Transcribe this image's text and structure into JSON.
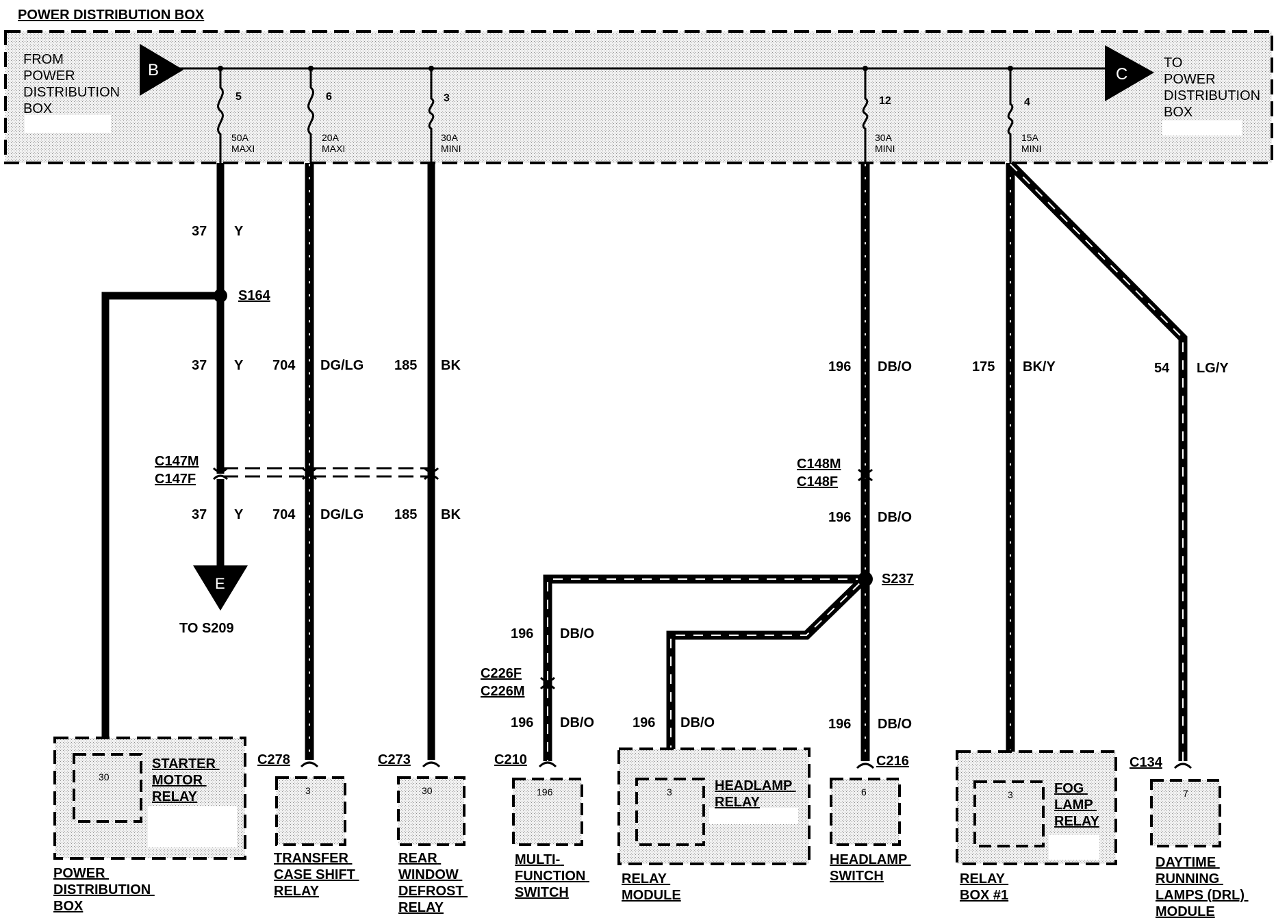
{
  "title": "POWER DISTRIBUTION BOX",
  "pdb": {
    "from_connector": "B",
    "from_label": [
      "FROM",
      "POWER",
      "DISTRIBUTION",
      "BOX"
    ],
    "to_connector": "C",
    "to_label": [
      "TO",
      "POWER",
      "DISTRIBUTION",
      "BOX"
    ],
    "fuses": [
      {
        "number": "5",
        "rating": "50A",
        "type": "MAXI"
      },
      {
        "number": "6",
        "rating": "20A",
        "type": "MAXI"
      },
      {
        "number": "3",
        "rating": "30A",
        "type": "MINI"
      },
      {
        "number": "12",
        "rating": "30A",
        "type": "MINI"
      },
      {
        "number": "4",
        "rating": "15A",
        "type": "MINI"
      }
    ]
  },
  "wires": [
    {
      "circuit": "37",
      "color": "Y"
    },
    {
      "circuit": "37",
      "color": "Y"
    },
    {
      "circuit": "37",
      "color": "Y"
    },
    {
      "circuit": "704",
      "color": "DG/LG"
    },
    {
      "circuit": "704",
      "color": "DG/LG"
    },
    {
      "circuit": "185",
      "color": "BK"
    },
    {
      "circuit": "185",
      "color": "BK"
    },
    {
      "circuit": "196",
      "color": "DB/O"
    },
    {
      "circuit": "196",
      "color": "DB/O"
    },
    {
      "circuit": "175",
      "color": "BK/Y"
    },
    {
      "circuit": "54",
      "color": "LG/Y"
    },
    {
      "circuit": "196",
      "color": "DB/O"
    },
    {
      "circuit": "196",
      "color": "DB/O"
    },
    {
      "circuit": "196",
      "color": "DB/O"
    },
    {
      "circuit": "196",
      "color": "DB/O"
    }
  ],
  "splices": [
    "S164",
    "S237"
  ],
  "inline_connectors": [
    {
      "male": "C147M",
      "female": "C147F"
    },
    {
      "male": "C148M",
      "female": "C148F"
    },
    {
      "female": "C226F",
      "male": "C226M"
    }
  ],
  "offpage": {
    "letter": "E",
    "label": "TO S209"
  },
  "connectors": [
    "C278",
    "C273",
    "C210",
    "C216",
    "C134"
  ],
  "components": [
    {
      "pin": "30",
      "name": [
        "STARTER",
        "MOTOR",
        "RELAY"
      ],
      "housing": [
        "POWER",
        "DISTRIBUTION",
        "BOX"
      ]
    },
    {
      "pin": "3",
      "name": [
        "TRANSFER",
        "CASE SHIFT",
        "RELAY"
      ]
    },
    {
      "pin": "30",
      "name": [
        "REAR",
        "WINDOW",
        "DEFROST",
        "RELAY"
      ]
    },
    {
      "pin": "196",
      "name": [
        "MULTI-",
        "FUNCTION",
        "SWITCH"
      ]
    },
    {
      "pin": "3",
      "name": [
        "HEADLAMP",
        "RELAY"
      ],
      "housing": [
        "RELAY",
        "MODULE"
      ]
    },
    {
      "pin": "6",
      "name": [
        "HEADLAMP",
        "SWITCH"
      ]
    },
    {
      "pin": "3",
      "name": [
        "FOG",
        "LAMP",
        "RELAY"
      ],
      "housing": [
        "RELAY",
        "BOX #1"
      ]
    },
    {
      "pin": "7",
      "name": [
        "DAYTIME",
        "RUNNING",
        "LAMPS (DRL)",
        "MODULE"
      ]
    }
  ]
}
